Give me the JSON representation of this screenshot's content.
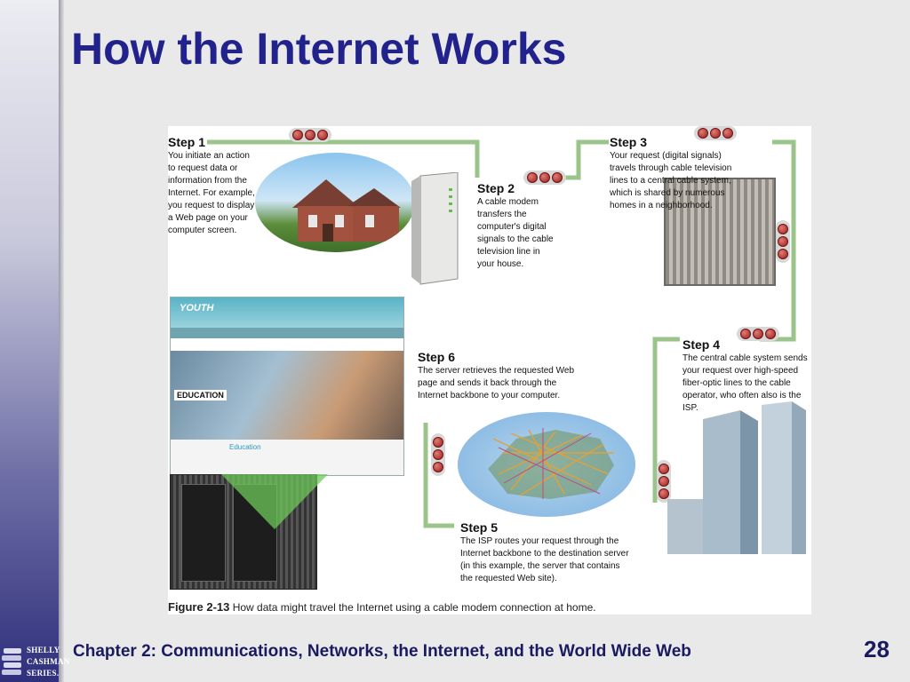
{
  "slide": {
    "title": "How the Internet Works",
    "footer": "Chapter 2: Communications, Networks, the Internet, and the World Wide Web",
    "page_number": "28"
  },
  "logo": {
    "lines": [
      "SHELLY",
      "CASHMAN",
      "SERIES."
    ]
  },
  "figure": {
    "caption_label": "Figure 2-13",
    "caption_text": "How data might travel the Internet using a cable modem connection at home.",
    "steps": [
      {
        "title": "Step 1",
        "text": "You initiate an action to request data or information from the Internet. For example, you request to display a Web page on your computer screen."
      },
      {
        "title": "Step 2",
        "text": "A cable modem transfers the computer's digital signals to the cable television line in your house."
      },
      {
        "title": "Step 3",
        "text": "Your request (digital signals) travels through cable television lines to a central cable system, which is shared by numerous homes in a neighborhood."
      },
      {
        "title": "Step 4",
        "text": "The central cable system sends your request over high-speed fiber-optic lines to the cable operator, who often also is the ISP."
      },
      {
        "title": "Step 5",
        "text": "The ISP routes your request through the Internet backbone to the destination server (in this example, the server that contains the requested Web site)."
      },
      {
        "title": "Step 6",
        "text": "The server retrieves the requested Web page and sends it back through the Internet backbone to your computer."
      }
    ],
    "web_page": {
      "logo": "YOUTH",
      "label": "EDUCATION",
      "section_title": "Education"
    }
  },
  "colors": {
    "title": "#22228c",
    "path_line": "#9bc48a",
    "signal_light": "#9a1d1a"
  }
}
